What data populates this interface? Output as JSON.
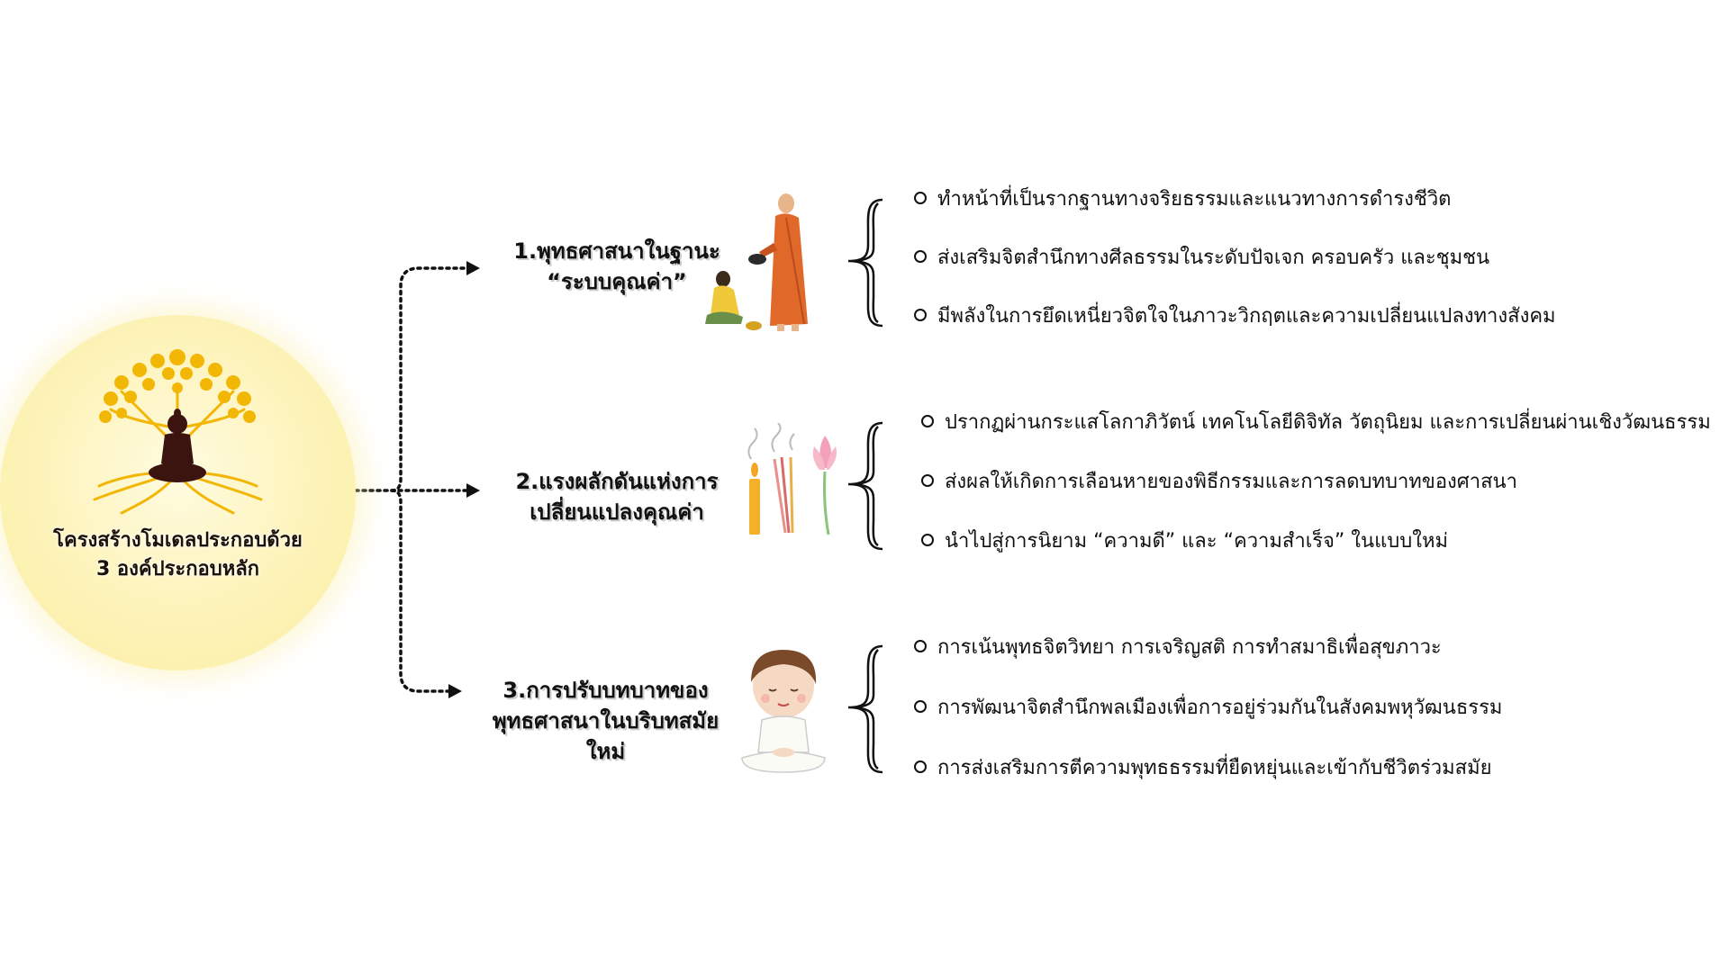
{
  "hub": {
    "title_line1": "โครงสร้างโมเดลประกอบด้วย",
    "title_line2": "3 องค์ประกอบหลัก"
  },
  "branches": [
    {
      "title_line1": "1.พุทธศาสนาในฐานะ",
      "title_line2": "“ระบบคุณค่า”",
      "illustration": "monk-alms-icon",
      "bullets": [
        "ทำหน้าที่เป็นรากฐานทางจริยธรรมและแนวทางการดำรงชีวิต",
        "ส่งเสริมจิตสำนึกทางศีลธรรมในระดับปัจเจก ครอบครัว และชุมชน",
        "มีพลังในการยึดเหนี่ยวจิตใจในภาวะวิกฤตและความเปลี่ยนแปลงทางสังคม"
      ]
    },
    {
      "title_line1": "2.แรงผลักดันแห่งการ",
      "title_line2": "เปลี่ยนแปลงคุณค่า",
      "illustration": "candle-incense-lotus-icon",
      "bullets": [
        "ปรากฏผ่านกระแสโลกาภิวัตน์ เทคโนโลยีดิจิทัล วัตถุนิยม และการเปลี่ยนผ่านเชิงวัฒนธรรม",
        "ส่งผลให้เกิดการเลือนหายของพิธีกรรมและการลดบทบาทของศาสนา",
        "นำไปสู่การนิยาม “ความดี” และ “ความสำเร็จ” ในแบบใหม่"
      ]
    },
    {
      "title_line1": "3.การปรับบทบาทของ",
      "title_line2": "พุทธศาสนาในบริบทสมัย",
      "title_line3": "ใหม่",
      "illustration": "meditating-child-icon",
      "bullets": [
        "การเน้นพุทธจิตวิทยา การเจริญสติ การทำสมาธิเพื่อสุขภาวะ",
        "การพัฒนาจิตสำนึกพลเมืองเพื่อการอยู่ร่วมกันในสังคมพหุวัฒนธรรม",
        "การส่งเสริมการตีความพุทธธรรมที่ยืดหยุ่นและเข้ากับชีวิตร่วมสมัย"
      ]
    }
  ],
  "colors": {
    "hub_fill": "#fdf3b8",
    "tree_gold": "#f2b705",
    "buddha": "#3b1410",
    "robe": "#e0692a",
    "connector": "#111111"
  },
  "icons": [
    "bodhi-tree-buddha-icon",
    "monk-alms-icon",
    "candle-incense-lotus-icon",
    "meditating-child-icon",
    "curly-brace-icon",
    "arrow-head-icon"
  ]
}
